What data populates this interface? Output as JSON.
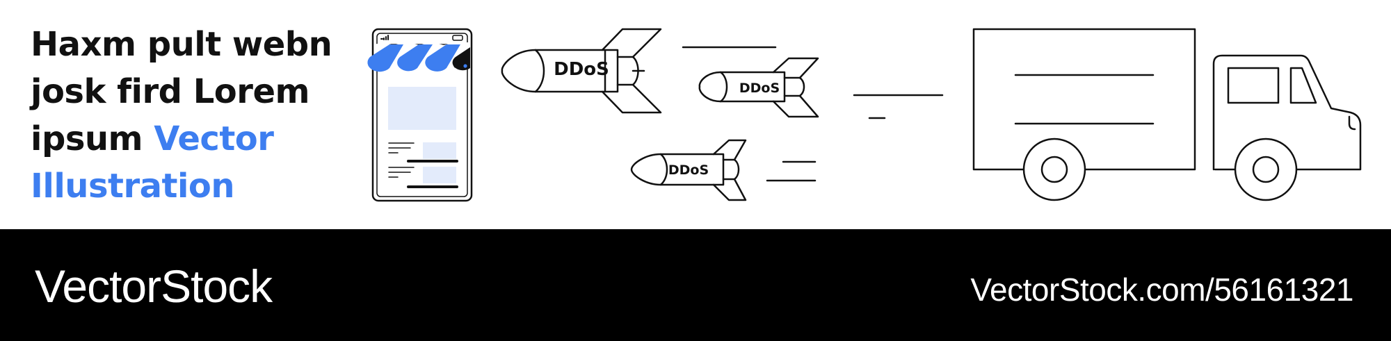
{
  "headline": {
    "line_black": "Haxm pult webn josk fird Lorem ipsum",
    "line_accent": "Vector Illustration"
  },
  "illustration": {
    "rocket_labels": [
      "DDoS",
      "DDoS",
      "DDoS"
    ],
    "subjects": [
      "phone-storefront-icon",
      "ddos-rocket-icon",
      "delivery-truck-icon"
    ]
  },
  "footer": {
    "brand": "VectorStock",
    "url": "VectorStock.com/56161321"
  },
  "colors": {
    "accent": "#3d7ef0",
    "light_panel": "#e3ebfb",
    "ink": "#111111",
    "footer_bg": "#000000"
  }
}
